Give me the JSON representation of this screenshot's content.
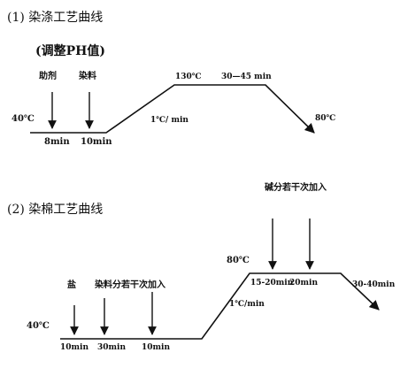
{
  "dyeing": {
    "title": "(1) 染涤工艺曲线",
    "ph_note": "(调整PH值)",
    "auxiliary": "助剂",
    "dye": "染料",
    "start_temp": "40℃",
    "time_1": "8min",
    "time_2": "10min",
    "ramp_rate": "1℃/ min",
    "peak_temp": "130℃",
    "hold_time": "30—45 min",
    "end_temp": "80℃"
  },
  "cotton": {
    "title": "(2) 染棉工艺曲线",
    "salt": "盐",
    "dye_batches": "染料分若干次加入",
    "alkali_batches": "碱分若干次加入",
    "start_temp": "40℃",
    "time_1": "10min",
    "time_2": "30min",
    "time_3": "10min",
    "ramp_rate": "1℃/min",
    "hold_temp": "80℃",
    "hold_time_1": "15-20min",
    "hold_time_2": "20min",
    "tail_time": "30-40min"
  }
}
